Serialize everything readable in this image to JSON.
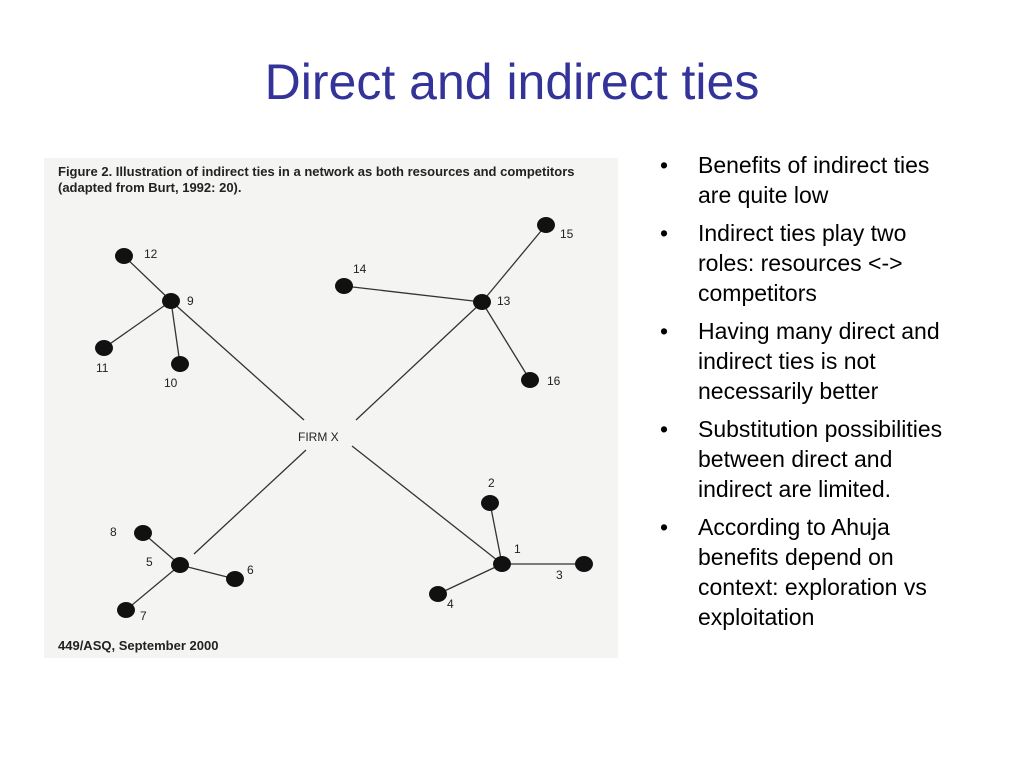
{
  "slide": {
    "title": "Direct and indirect ties"
  },
  "figure": {
    "caption": "Figure 2. Illustration of indirect ties in a network as both resources and competitors (adapted from Burt, 1992: 20).",
    "footer": "449/ASQ, September 2000",
    "center_label": "FIRM X",
    "nodes": [
      {
        "id": "12",
        "label": "12"
      },
      {
        "id": "9",
        "label": "9"
      },
      {
        "id": "11",
        "label": "11"
      },
      {
        "id": "10",
        "label": "10"
      },
      {
        "id": "14",
        "label": "14"
      },
      {
        "id": "13",
        "label": "13"
      },
      {
        "id": "15",
        "label": "15"
      },
      {
        "id": "16",
        "label": "16"
      },
      {
        "id": "8",
        "label": "8"
      },
      {
        "id": "5",
        "label": "5"
      },
      {
        "id": "6",
        "label": "6"
      },
      {
        "id": "7",
        "label": "7"
      },
      {
        "id": "2",
        "label": "2"
      },
      {
        "id": "1",
        "label": "1"
      },
      {
        "id": "3",
        "label": "3"
      },
      {
        "id": "4",
        "label": "4"
      }
    ],
    "edges": [
      [
        "12",
        "9"
      ],
      [
        "11",
        "9"
      ],
      [
        "10",
        "9"
      ],
      [
        "9",
        "FIRM X"
      ],
      [
        "14",
        "13"
      ],
      [
        "15",
        "13"
      ],
      [
        "16",
        "13"
      ],
      [
        "13",
        "FIRM X"
      ],
      [
        "8",
        "5"
      ],
      [
        "6",
        "5"
      ],
      [
        "7",
        "5"
      ],
      [
        "5",
        "FIRM X"
      ],
      [
        "2",
        "1"
      ],
      [
        "3",
        "1"
      ],
      [
        "4",
        "1"
      ],
      [
        "1",
        "FIRM X"
      ]
    ],
    "node_color": "#111111",
    "edge_color": "#333333"
  },
  "bullets": [
    "Benefits of indirect ties are quite low",
    "Indirect ties play two roles: resources <-> competitors",
    "Having many direct and indirect ties is not necessarily better",
    "Substitution possibilities between direct and indirect are limited.",
    "According to Ahuja benefits depend on context: exploration vs exploitation"
  ],
  "bullet_symbol": "•",
  "colors": {
    "title": "#333399"
  }
}
